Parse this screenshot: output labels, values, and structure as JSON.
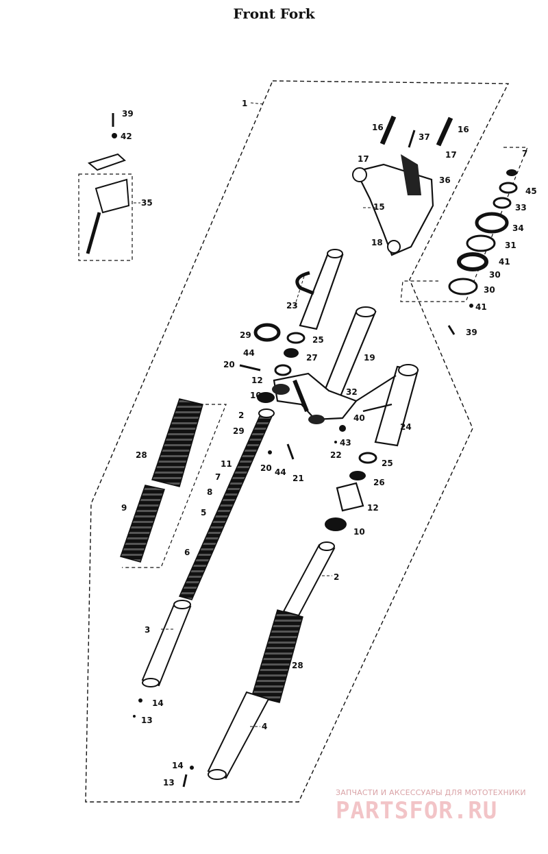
{
  "title": "Front Fork",
  "watermark": {
    "tagline": "ЗАПЧАСТИ И АКСЕССУАРЫ ДЛЯ МОТОТЕХНИКИ",
    "logo": "PARTSFOR.RU"
  },
  "callouts": [
    {
      "id": "c1",
      "label": "1"
    },
    {
      "id": "c39a",
      "label": "39"
    },
    {
      "id": "c42",
      "label": "42"
    },
    {
      "id": "c35",
      "label": "35"
    },
    {
      "id": "c16a",
      "label": "16"
    },
    {
      "id": "c37",
      "label": "37"
    },
    {
      "id": "c16b",
      "label": "16"
    },
    {
      "id": "c17a",
      "label": "17"
    },
    {
      "id": "c17b",
      "label": "17"
    },
    {
      "id": "c7",
      "label": "7"
    },
    {
      "id": "c36",
      "label": "36"
    },
    {
      "id": "c45",
      "label": "45"
    },
    {
      "id": "c15",
      "label": "15"
    },
    {
      "id": "c33",
      "label": "33"
    },
    {
      "id": "c34",
      "label": "34"
    },
    {
      "id": "c18",
      "label": "18"
    },
    {
      "id": "c31",
      "label": "31"
    },
    {
      "id": "c41a",
      "label": "41"
    },
    {
      "id": "c30a",
      "label": "30"
    },
    {
      "id": "c30b",
      "label": "30"
    },
    {
      "id": "c41b",
      "label": "41"
    },
    {
      "id": "c23",
      "label": "23"
    },
    {
      "id": "c39b",
      "label": "39"
    },
    {
      "id": "c29",
      "label": "29"
    },
    {
      "id": "c25a",
      "label": "25"
    },
    {
      "id": "c44a",
      "label": "44"
    },
    {
      "id": "c27",
      "label": "27"
    },
    {
      "id": "c19",
      "label": "19"
    },
    {
      "id": "c20a",
      "label": "20"
    },
    {
      "id": "c12a",
      "label": "12"
    },
    {
      "id": "c32",
      "label": "32"
    },
    {
      "id": "c10a",
      "label": "10"
    },
    {
      "id": "c2a",
      "label": "2"
    },
    {
      "id": "c40",
      "label": "40"
    },
    {
      "id": "c24",
      "label": "24"
    },
    {
      "id": "c28a",
      "label": "28"
    },
    {
      "id": "c29b",
      "label": "29"
    },
    {
      "id": "c43",
      "label": "43"
    },
    {
      "id": "c22",
      "label": "22"
    },
    {
      "id": "c20b",
      "label": "20"
    },
    {
      "id": "c44b",
      "label": "44"
    },
    {
      "id": "c21",
      "label": "21"
    },
    {
      "id": "c11",
      "label": "11"
    },
    {
      "id": "c7b",
      "label": "7"
    },
    {
      "id": "c25b",
      "label": "25"
    },
    {
      "id": "c26",
      "label": "26"
    },
    {
      "id": "c8",
      "label": "8"
    },
    {
      "id": "c9",
      "label": "9"
    },
    {
      "id": "c12b",
      "label": "12"
    },
    {
      "id": "c5",
      "label": "5"
    },
    {
      "id": "c10b",
      "label": "10"
    },
    {
      "id": "c6",
      "label": "6"
    },
    {
      "id": "c2b",
      "label": "2"
    },
    {
      "id": "c3",
      "label": "3"
    },
    {
      "id": "c28b",
      "label": "28"
    },
    {
      "id": "c14a",
      "label": "14"
    },
    {
      "id": "c13a",
      "label": "13"
    },
    {
      "id": "c4",
      "label": "4"
    },
    {
      "id": "c14b",
      "label": "14"
    },
    {
      "id": "c13b",
      "label": "13"
    }
  ]
}
